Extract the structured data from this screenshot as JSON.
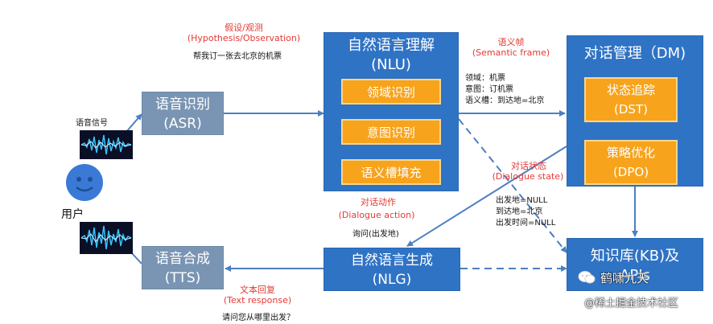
{
  "user": {
    "label": "用户"
  },
  "asr": {
    "line1": "语音识别",
    "line2": "(ASR)"
  },
  "tts": {
    "line1": "语音合成",
    "line2": "(TTS)"
  },
  "nlu": {
    "line1": "自然语言理解",
    "line2": "(NLU)",
    "modules": [
      "领域识别",
      "意图识别",
      "语义槽填充"
    ]
  },
  "dm": {
    "line1": "对话管理（DM)",
    "modules": [
      {
        "line1": "状态追踪",
        "line2": "(DST)"
      },
      {
        "line1": "策略优化",
        "line2": "(DPO)"
      }
    ]
  },
  "nlg": {
    "line1": "自然语言生成",
    "line2": "(NLG)"
  },
  "kb": {
    "line1": "知识库(KB)及",
    "line2": "APIs"
  },
  "labels": {
    "speech_signal": "语音信号",
    "hypothesis_cn": "假设/观测",
    "hypothesis_en": "(Hypothesis/Observation)",
    "hypothesis_example": "帮我订一张去北京的机票",
    "semantic_cn": "语义帧",
    "semantic_en": "(Semantic frame)",
    "semantic_lines": [
      "领域：机票",
      "意图：订机票",
      "语义槽：到达地=北京"
    ],
    "dialogue_state_cn": "对话状态",
    "dialogue_state_en": "(Dialogue state)",
    "state_lines": [
      "出发地=NULL",
      "到达地=北京",
      "出发时间=NULL"
    ],
    "dialogue_action_cn": "对话动作",
    "dialogue_action_en": "(Dialogue action)",
    "dialogue_action_example": "询问(出发地)",
    "text_response_cn": "文本回复",
    "text_response_en": "(Text response)",
    "text_response_example": "请问您从哪里出发？"
  },
  "watermark": {
    "line1": "鹤啸九天",
    "line2": "@稀土掘金技术社区"
  },
  "colors": {
    "box_blue": "#2f73c5",
    "box_grey": "#7a95b3",
    "module_orange": "#f7a31b",
    "arrow": "#4d7fc0",
    "annotation_red": "#e53935"
  }
}
